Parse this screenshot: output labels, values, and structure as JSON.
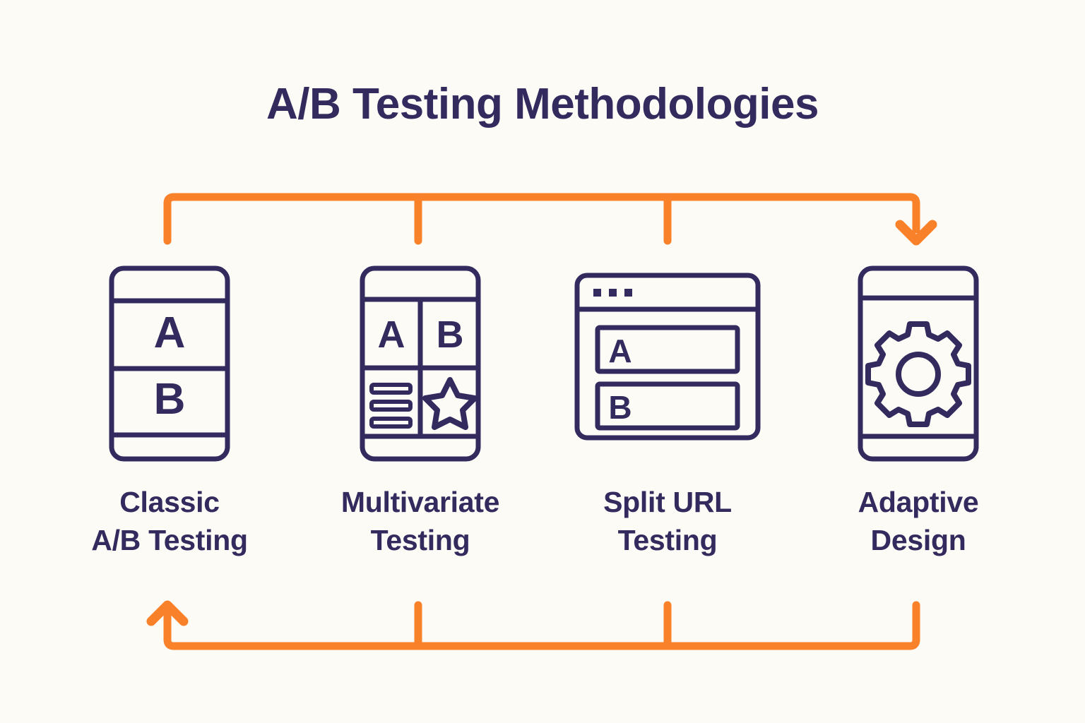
{
  "page": {
    "title": "A/B Testing Methodologies",
    "background_color": "#FDFBF6",
    "accent_color": "#F9812A",
    "ink_color": "#332A5E"
  },
  "diagram": {
    "type": "cycle-flow",
    "top_connector": {
      "name": "top-flow-arrow",
      "direction": "left-to-right",
      "arrowhead": "down-right",
      "color": "#F9812A"
    },
    "bottom_connector": {
      "name": "bottom-flow-arrow",
      "direction": "right-to-left",
      "arrowhead": "up-left",
      "color": "#F9812A"
    },
    "nodes": [
      {
        "id": "classic-ab-testing",
        "label": "Classic\nA/B Testing",
        "icon": "phone-ab-split-icon",
        "icon_text": [
          "A",
          "B"
        ]
      },
      {
        "id": "multivariate-testing",
        "label": "Multivariate\nTesting",
        "icon": "phone-quad-grid-icon",
        "icon_text": [
          "A",
          "B"
        ],
        "icon_glyphs": [
          "list-lines",
          "star"
        ]
      },
      {
        "id": "split-url-testing",
        "label": "Split URL\nTesting",
        "icon": "browser-window-ab-icon",
        "icon_text": [
          "A",
          "B"
        ],
        "icon_glyphs": [
          "titlebar-dots"
        ]
      },
      {
        "id": "adaptive-design",
        "label": "Adaptive\nDesign",
        "icon": "phone-gear-icon",
        "icon_glyphs": [
          "gear"
        ]
      }
    ]
  }
}
